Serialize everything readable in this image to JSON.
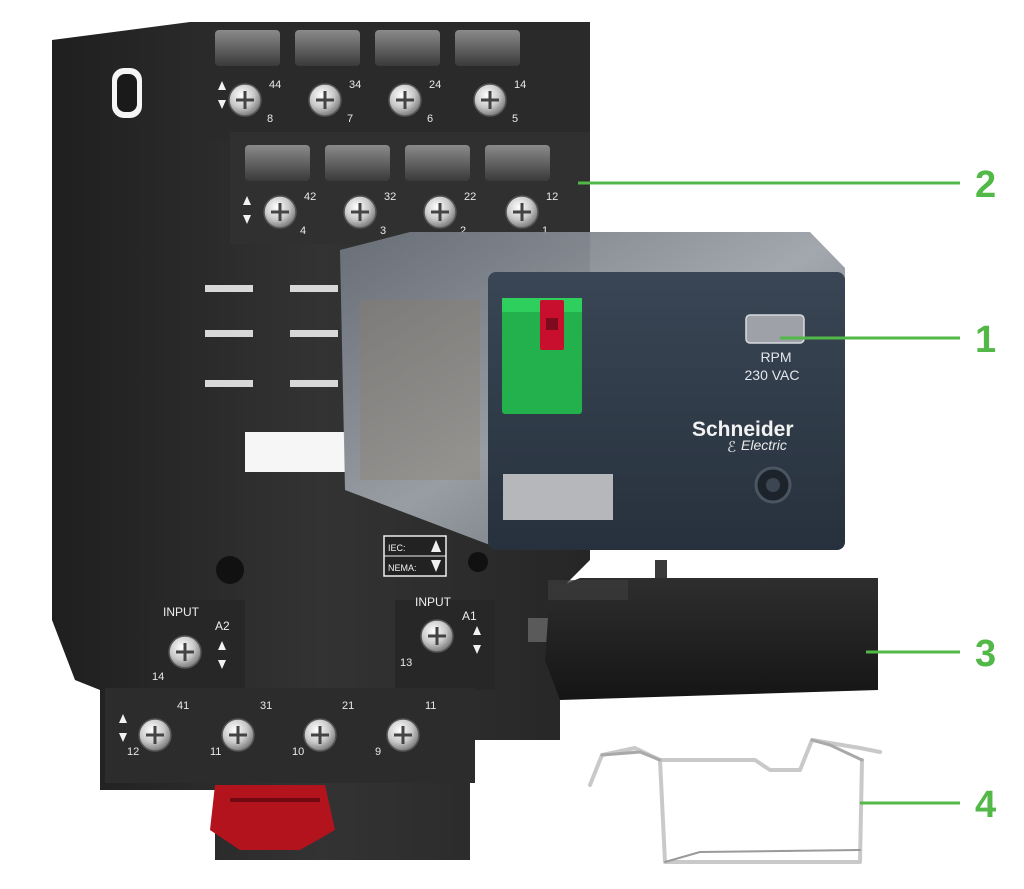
{
  "callouts": [
    {
      "number": "1",
      "target": "relay"
    },
    {
      "number": "2",
      "target": "relay-socket"
    },
    {
      "number": "3",
      "target": "protection-module"
    },
    {
      "number": "4",
      "target": "retaining-clip"
    }
  ],
  "colors": {
    "callout": "#52b848",
    "socket": "#2b2b2b",
    "relay_body": "#2d3846",
    "test_button": "#22b14c",
    "release_lever": "#c8102e",
    "module": "#1e1e1e",
    "clip": "#c9c9c9"
  },
  "socket": {
    "top_row_terminals": [
      {
        "top": "44",
        "bottom": "8"
      },
      {
        "top": "34",
        "bottom": "7"
      },
      {
        "top": "24",
        "bottom": "6"
      },
      {
        "top": "14",
        "bottom": "5"
      }
    ],
    "second_row_terminals": [
      {
        "top": "42",
        "bottom": "4"
      },
      {
        "top": "32",
        "bottom": "3"
      },
      {
        "top": "22",
        "bottom": "2"
      },
      {
        "top": "12",
        "bottom": "1"
      }
    ],
    "input_left": {
      "label": "INPUT",
      "coil": "A2",
      "number": "14"
    },
    "input_right": {
      "label": "INPUT",
      "coil": "A1",
      "number": "13"
    },
    "bottom_row_terminals": [
      {
        "top": "41",
        "bottom": "12"
      },
      {
        "top": "31",
        "bottom": "11"
      },
      {
        "top": "21",
        "bottom": "10"
      },
      {
        "top": "11",
        "bottom": "9"
      }
    ],
    "iec_label": "IEC:",
    "nema_label": "NEMA:"
  },
  "relay": {
    "model": "RPM",
    "voltage": "230 VAC",
    "brand_name": "Schneider",
    "brand_sub": "Electric"
  }
}
